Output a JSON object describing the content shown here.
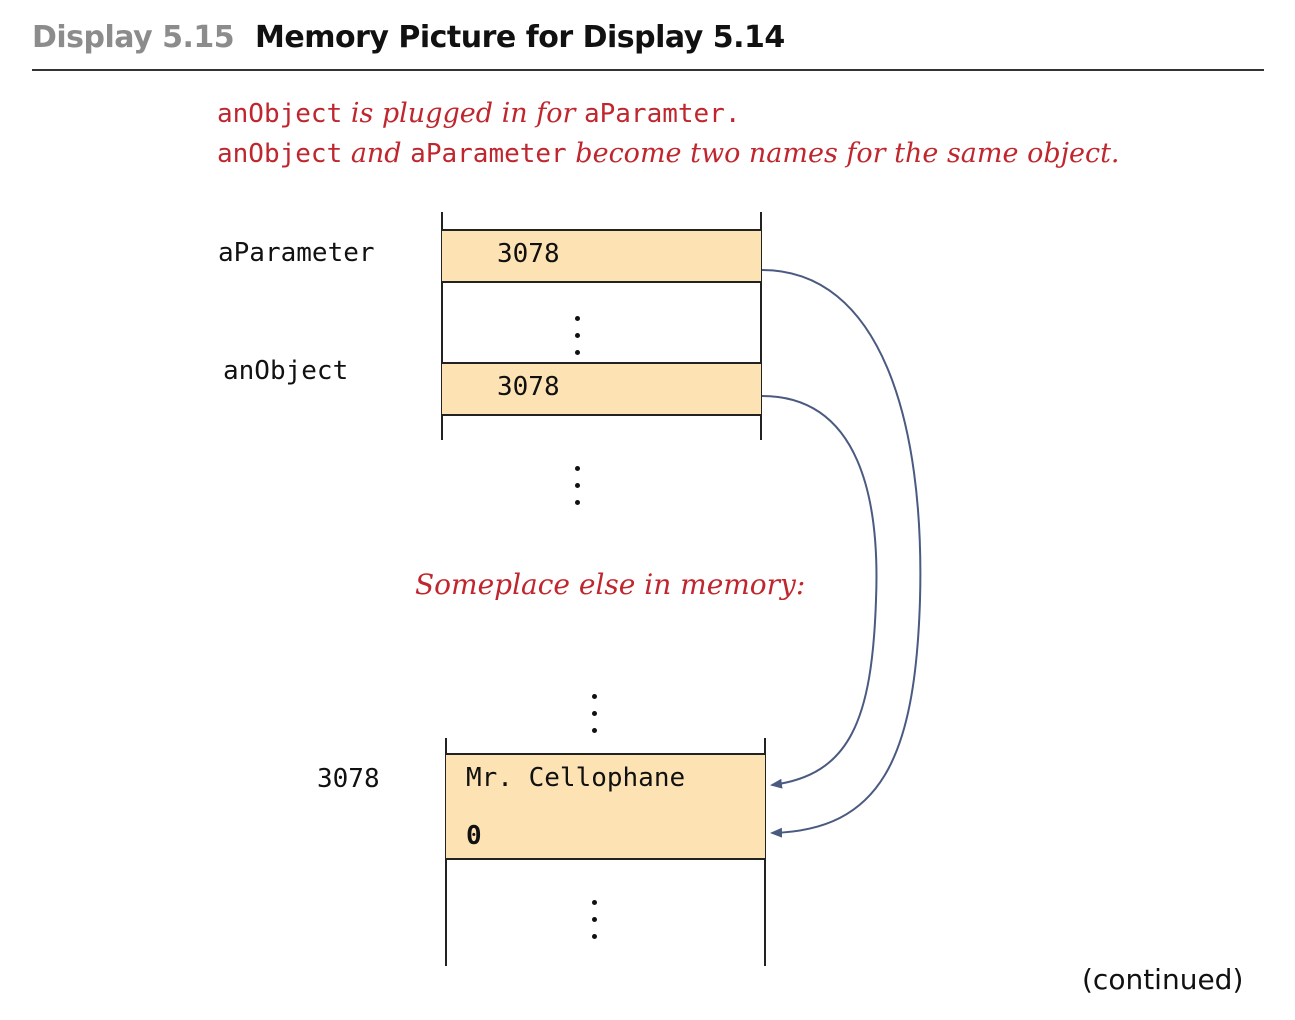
{
  "header": {
    "label": "Display 5.15",
    "title": "Memory Picture for Display 5.14"
  },
  "notes": {
    "line1": {
      "code1": "anObject",
      "text1": " is plugged in for ",
      "code2": "aParamter."
    },
    "line2": {
      "code1": "anObject",
      "text1": " and ",
      "code2": "aParameter",
      "text2": " become two names for the same object."
    }
  },
  "memory_top": {
    "a_parameter_label": "aParameter",
    "a_parameter_value": "3078",
    "an_object_label": "anObject",
    "an_object_value": "3078"
  },
  "elsewhere_label": "Someplace else in memory:",
  "memory_bottom": {
    "address_label": "3078",
    "name_value": "Mr. Cellophane",
    "number_value": "0"
  },
  "footer": {
    "continued": "(continued)"
  },
  "colors": {
    "cell_fill": "#fde3b3",
    "annotation_red": "#c0262d",
    "arrow_blue": "#4a5a80"
  }
}
